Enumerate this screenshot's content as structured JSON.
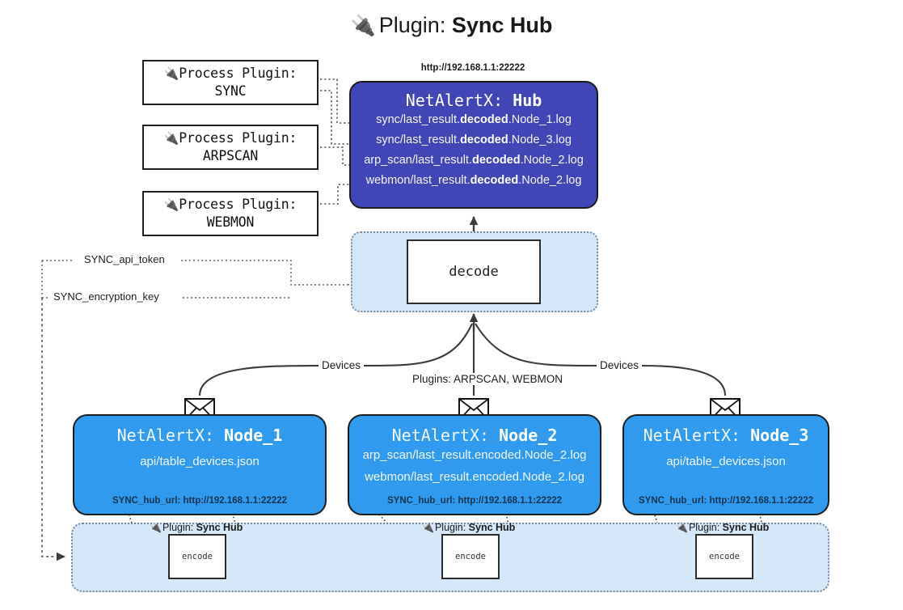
{
  "title": {
    "icon": "plug-icon",
    "prefix": "Plugin:",
    "name": "Sync Hub"
  },
  "process_plugins": [
    {
      "icon": "plug-icon",
      "line1": "Process Plugin:",
      "line2": "SYNC"
    },
    {
      "icon": "plug-icon",
      "line1": "Process Plugin:",
      "line2": "ARPSCAN"
    },
    {
      "icon": "plug-icon",
      "line1": "Process Plugin:",
      "line2": "WEBMON"
    }
  ],
  "hub": {
    "url": "http://192.168.1.1:22222",
    "title_prefix": "NetAlertX:",
    "title_name": "Hub",
    "logs": [
      {
        "pre": "sync/last_result.",
        "em": "decoded",
        "post": ".Node_1.log"
      },
      {
        "pre": "sync/last_result.",
        "em": "decoded",
        "post": ".Node_3.log"
      },
      {
        "pre": "arp_scan/last_result.",
        "em": "decoded",
        "post": ".Node_2.log"
      },
      {
        "pre": "webmon/last_result.",
        "em": "decoded",
        "post": ".Node_2.log"
      }
    ]
  },
  "decode": {
    "label": "decode"
  },
  "secrets": [
    {
      "label": "SYNC_api_token"
    },
    {
      "label": "SYNC_encryption_key"
    }
  ],
  "edge_labels": {
    "devices_left": "Devices",
    "devices_right": "Devices",
    "plugins_center": "Plugins: ARPSCAN, WEBMON"
  },
  "nodes": [
    {
      "title_prefix": "NetAlertX:",
      "title_name": "Node_1",
      "lines": [
        "api/table_devices.json"
      ],
      "footer": "SYNC_hub_url: http://192.168.1.1:22222",
      "icon": "envelope-icon"
    },
    {
      "title_prefix": "NetAlertX:",
      "title_name": "Node_2",
      "lines": [
        "arp_scan/last_result.encoded.Node_2.log",
        "webmon/last_result.encoded.Node_2.log"
      ],
      "footer": "SYNC_hub_url: http://192.168.1.1:22222",
      "icon": "envelope-icon"
    },
    {
      "title_prefix": "NetAlertX:",
      "title_name": "Node_3",
      "lines": [
        "api/table_devices.json"
      ],
      "footer": "SYNC_hub_url: http://192.168.1.1:22222",
      "icon": "envelope-icon"
    }
  ],
  "encoders": [
    {
      "tag_prefix": "Plugin:",
      "tag_name": "Sync Hub",
      "label": "encode"
    },
    {
      "tag_prefix": "Plugin:",
      "tag_name": "Sync Hub",
      "label": "encode"
    },
    {
      "tag_prefix": "Plugin:",
      "tag_name": "Sync Hub",
      "label": "encode"
    }
  ],
  "colors": {
    "hub": "#4046b5",
    "node": "#2f9aee",
    "band": "#d4e8fa",
    "stroke": "#1d1d1d",
    "background": "#ffffff"
  }
}
